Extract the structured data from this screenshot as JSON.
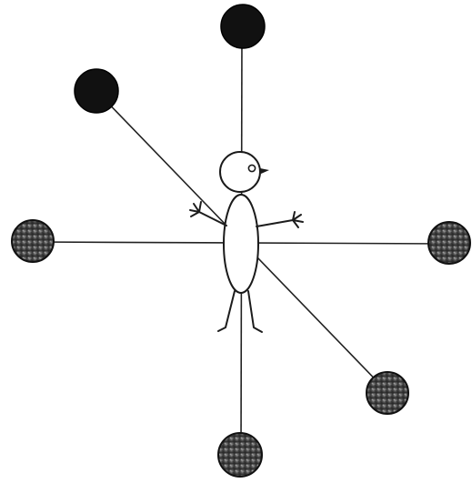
{
  "colors": {
    "ink": "#1a1a1a",
    "ball_dark": "#111111",
    "ball_mottled_base": "#3a3a3a",
    "ball_mottled_light": "#8a8a8a",
    "background": "#ffffff"
  },
  "figure": {
    "icon": "stick-figure-icon",
    "facing": "right"
  },
  "rods": [
    {
      "id": "vertical",
      "icon": "rod-line-icon"
    },
    {
      "id": "horizontal",
      "icon": "rod-line-icon"
    },
    {
      "id": "diagonal",
      "icon": "rod-line-icon"
    }
  ],
  "balls": [
    {
      "id": "top",
      "style": "dark",
      "icon": "ball-icon"
    },
    {
      "id": "upper-left",
      "style": "dark",
      "icon": "ball-icon"
    },
    {
      "id": "left",
      "style": "mottled",
      "icon": "ball-icon"
    },
    {
      "id": "right",
      "style": "mottled",
      "icon": "ball-icon"
    },
    {
      "id": "lower-right",
      "style": "mottled",
      "icon": "ball-icon"
    },
    {
      "id": "bottom",
      "style": "mottled",
      "icon": "ball-icon"
    }
  ]
}
